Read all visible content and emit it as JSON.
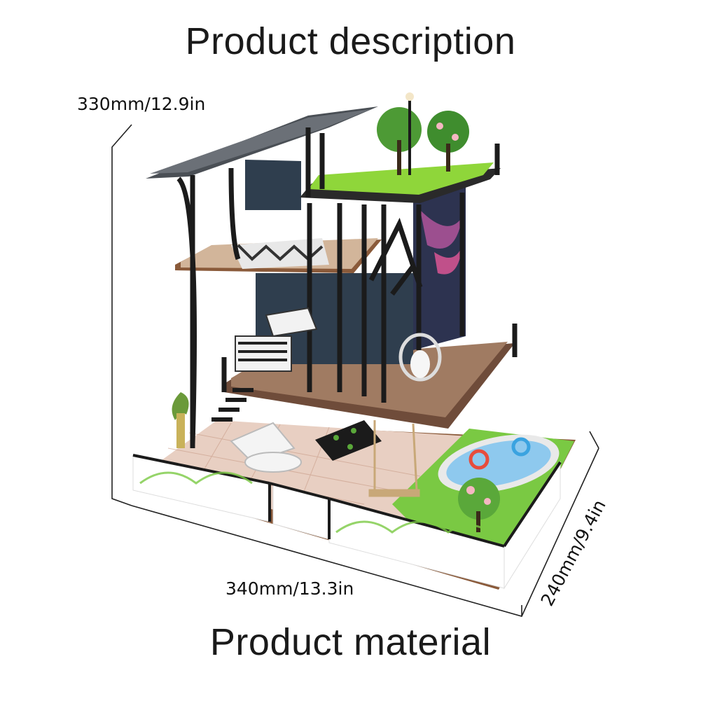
{
  "header": {
    "title": "Product description"
  },
  "footer": {
    "title": "Product material"
  },
  "dimensions": {
    "height": "330mm/12.9in",
    "width": "340mm/13.3in",
    "depth": "240mm/9.4in"
  },
  "colors": {
    "frame": "#1b1b1b",
    "roof": "#4a4f55",
    "wood": "#8a5a3a",
    "grass": "#7ac943",
    "pool": "#8ec9ee",
    "fence": "#ffffff",
    "wall": "#2f3e4e",
    "accent": "#9c4f8f"
  }
}
